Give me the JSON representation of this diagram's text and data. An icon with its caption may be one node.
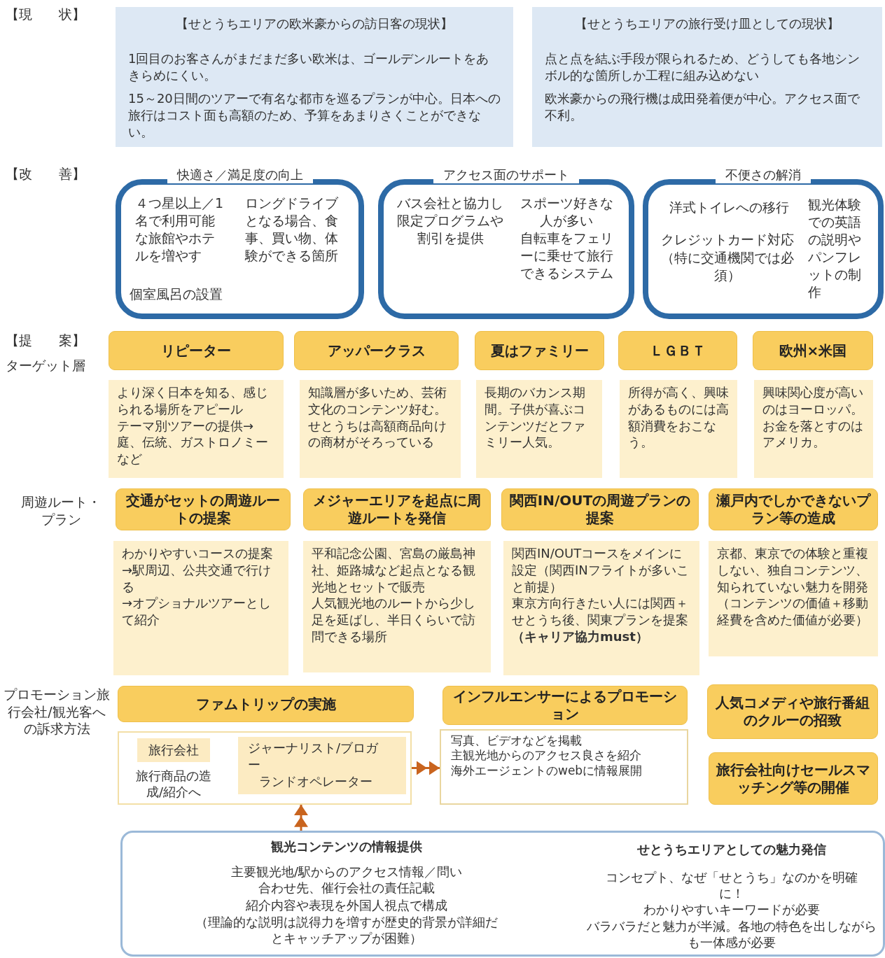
{
  "diagram": {
    "nodes": [
      {
        "text": [
          "【せとうちエリアの欧米豪からの訪日客の現状】",
          "1回目のお客さんがまだまだ多い欧米は、ゴールデンルートをあきらめにくい。",
          "15～20日間のツアーで有名な都市を巡るプランが中心。日本への旅行はコスト面も高額のため、予算をあまりさくことができない。"
        ]
      },
      {
        "text": [
          "【せとうちエリアの旅行受け皿としての現状】",
          "点と点を結ぶ手段が限られるため、どうしても各地シンボル的な箇所しか工程に組み込めない",
          "欧米豪からの飛行機は成田発着便が中心。アクセス面で不利。"
        ]
      },
      {
        "text": [
          "快適さ／満足度の向上",
          "４つ星以上／1名で利用可能な旅館やホテルを増やす",
          "個室風呂の設置",
          "ロングドライブとなる場合、食事、買い物、体験ができる箇所"
        ]
      },
      {
        "text": [
          "アクセス面のサポート",
          "バス会社と協力し限定プログラムや割引を提供",
          "スポーツ好きな人が多い",
          "自転車をフェリーに乗せて旅行できるシステム"
        ]
      },
      {
        "text": [
          "不便さの解消",
          "洋式トイレへの移行",
          "クレジットカード対応",
          "（特に交通機関では必須）",
          "観光体験での英語の説明やパンフレットの制作"
        ]
      },
      {
        "text": [
          "リピーター"
        ]
      },
      {
        "text": [
          "アッパークラス"
        ]
      },
      {
        "text": [
          "夏はファミリー"
        ]
      },
      {
        "text": [
          "ＬＧＢＴ"
        ]
      },
      {
        "text": [
          "欧州×米国"
        ]
      },
      {
        "text": [
          "より深く日本を知る、感じられる場所をアピール",
          "テーマ別ツアーの提供→庭、伝統、ガストロノミーなど"
        ]
      },
      {
        "text": [
          "知識層が多いため、芸術文化のコンテンツ好む。せとうちは高額商品向けの商材がそろっている"
        ]
      },
      {
        "text": [
          "長期のバカンス期間。子供が喜ぶコンテンツだとファミリー人気。"
        ]
      },
      {
        "text": [
          "所得が高く、興味があるものには高額消費をおこなう。"
        ]
      },
      {
        "text": [
          "興味関心度が高いのはヨーロッパ。お金を落とすのはアメリカ。"
        ]
      },
      {
        "text": [
          "交通がセットの周遊ルートの提案"
        ]
      },
      {
        "text": [
          "メジャーエリアを起点に周遊ルートを発信"
        ]
      },
      {
        "text": [
          "関西IN/OUTの周遊プランの提案"
        ]
      },
      {
        "text": [
          "瀬戸内でしかできないプラン等の造成"
        ]
      },
      {
        "text": [
          "わかりやすいコースの提案",
          "→駅周辺、公共交通で行ける",
          "→オプショナルツアーとして紹介"
        ]
      },
      {
        "text": [
          "平和記念公園、宮島の厳島神社、姫路城など起点となる観光地とセットで販売",
          "人気観光地のルートから少し足を延ばし、半日くらいで訪問できる場所"
        ]
      },
      {
        "text": [
          "関西IN/OUTコースをメインに設定（関西INフライトが多いこと前提）",
          "東京方向行きたい人には関西＋せとうち後、関東プランを提案**（キャリア協力must）**"
        ]
      },
      {
        "text": [
          "京都、東京での体験と重複しない、独自コンテンツ、知られていない魅力を開発（コンテンツの価値＋移動経費を含めた価値が必要）"
        ]
      },
      {
        "text": [
          "ファムトリップの実施"
        ]
      },
      {
        "text": [],
        "shape": "box"
      },
      {
        "text": [
          "旅行会社"
        ],
        "in": 24,
        "beside": [
          "旅行商品の造成/紹介へ"
        ]
      },
      {
        "text": [
          "ジャーナリスト/ブロガー",
          "ランドオペレーター"
        ],
        "in": 24
      },
      {
        "text": [
          "インフルエンサーによるプロモーション"
        ]
      },
      {
        "text": [
          "写真、ビデオなどを掲載",
          "主観光地からのアクセス良さを紹介",
          "海外エージェントのwebに情報展開"
        ]
      },
      {
        "text": [
          "人気コメディや旅行番組のクルーの招致"
        ]
      },
      {
        "text": [
          "旅行会社向けセールスマッチング等の開催"
        ]
      },
      {
        "text": [
          "観光コンテンツの情報提供",
          "主要観光地/駅からのアクセス情報／問い合わせ先、催行会社の責任記載",
          "紹介内容や表現を外国人視点で構成",
          "（理論的な説明は説得力を増すが歴史的背景が詳細だとキャッチアップが困難）",
          "せとうちエリアとしての魅力発信",
          "コンセプト、なぜ「せとうち」なのかを明確に！",
          "わかりやすいキーワードが必要",
          "バラバラだと魅力が半減。各地の特色を出しながらも一体感が必要"
        ]
      }
    ],
    "edges": [
      {
        "from": 24,
        "to": 28,
        "arrow": "to"
      },
      {
        "from": 31,
        "to": 24,
        "arrow": "to"
      }
    ],
    "labels": [
      "【現　　状】",
      "【改　　善】",
      "【提　　案】",
      "ターゲット層",
      "周遊ルート・プラン",
      "プロモーション旅行会社/観光客への訴求方法"
    ]
  }
}
